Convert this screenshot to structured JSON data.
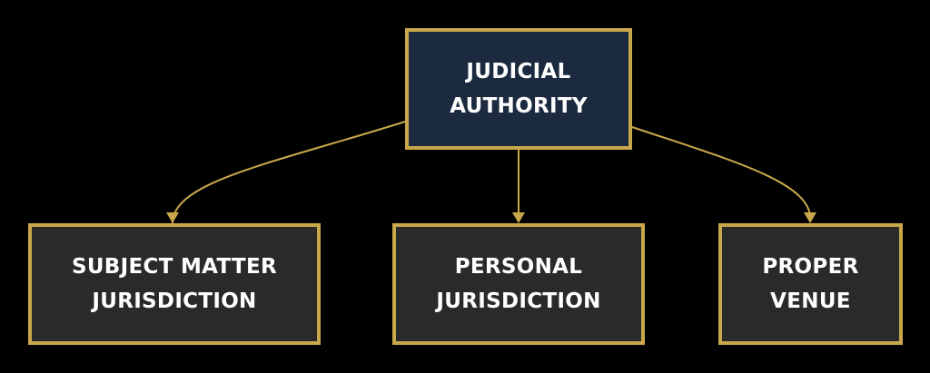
{
  "colors": {
    "background": "#000000",
    "border": "#c9a84c",
    "root_fill": "#1b2a3e",
    "child_fill": "#2a2a2a",
    "text": "#ffffff",
    "edge": "#c9a84c"
  },
  "root": {
    "line1": "JUDICIAL",
    "line2": "AUTHORITY"
  },
  "children": [
    {
      "line1": "SUBJECT MATTER",
      "line2": "JURISDICTION"
    },
    {
      "line1": "PERSONAL",
      "line2": "JURISDICTION"
    },
    {
      "line1": "PROPER",
      "line2": "VENUE"
    }
  ]
}
